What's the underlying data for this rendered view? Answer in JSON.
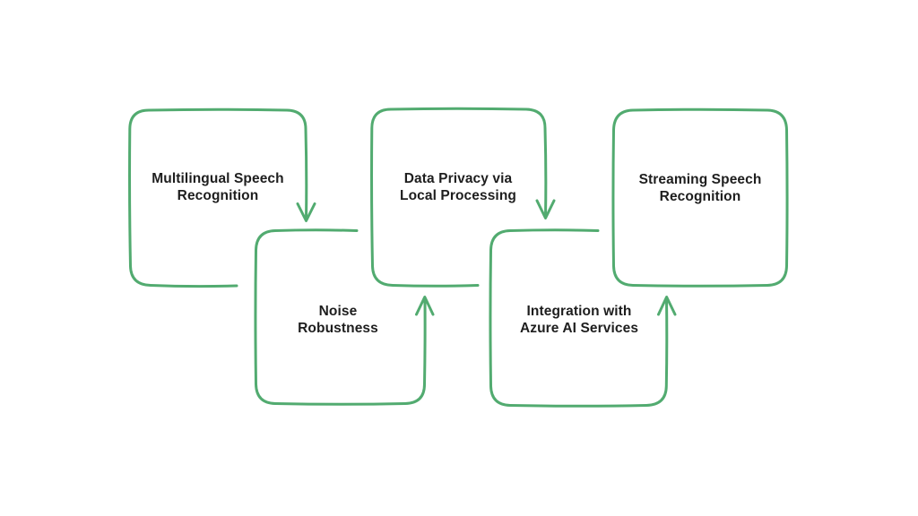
{
  "canvas": {
    "background": "#ffffff"
  },
  "colors": {
    "stroke_green": "#52AB70",
    "text": "#1e1e1e"
  },
  "diagram": {
    "type": "flowchart",
    "boxes": [
      {
        "id": "multilingual-speech-recognition",
        "lines": [
          "Multilingual Speech",
          "Recognition"
        ]
      },
      {
        "id": "data-privacy-local-processing",
        "lines": [
          "Data Privacy via",
          "Local Processing"
        ]
      },
      {
        "id": "streaming-speech-recognition",
        "lines": [
          "Streaming Speech",
          "Recognition"
        ]
      },
      {
        "id": "noise-robustness",
        "lines": [
          "Noise",
          "Robustness"
        ]
      },
      {
        "id": "integration-azure-ai-services",
        "lines": [
          "Integration with",
          "Azure AI Services"
        ]
      }
    ],
    "arrows": [
      {
        "from": "multilingual-speech-recognition",
        "to": "noise-robustness",
        "direction": "down"
      },
      {
        "from": "noise-robustness",
        "to": "data-privacy-local-processing",
        "direction": "up"
      },
      {
        "from": "data-privacy-local-processing",
        "to": "integration-azure-ai-services",
        "direction": "down"
      },
      {
        "from": "integration-azure-ai-services",
        "to": "streaming-speech-recognition",
        "direction": "up"
      }
    ]
  }
}
